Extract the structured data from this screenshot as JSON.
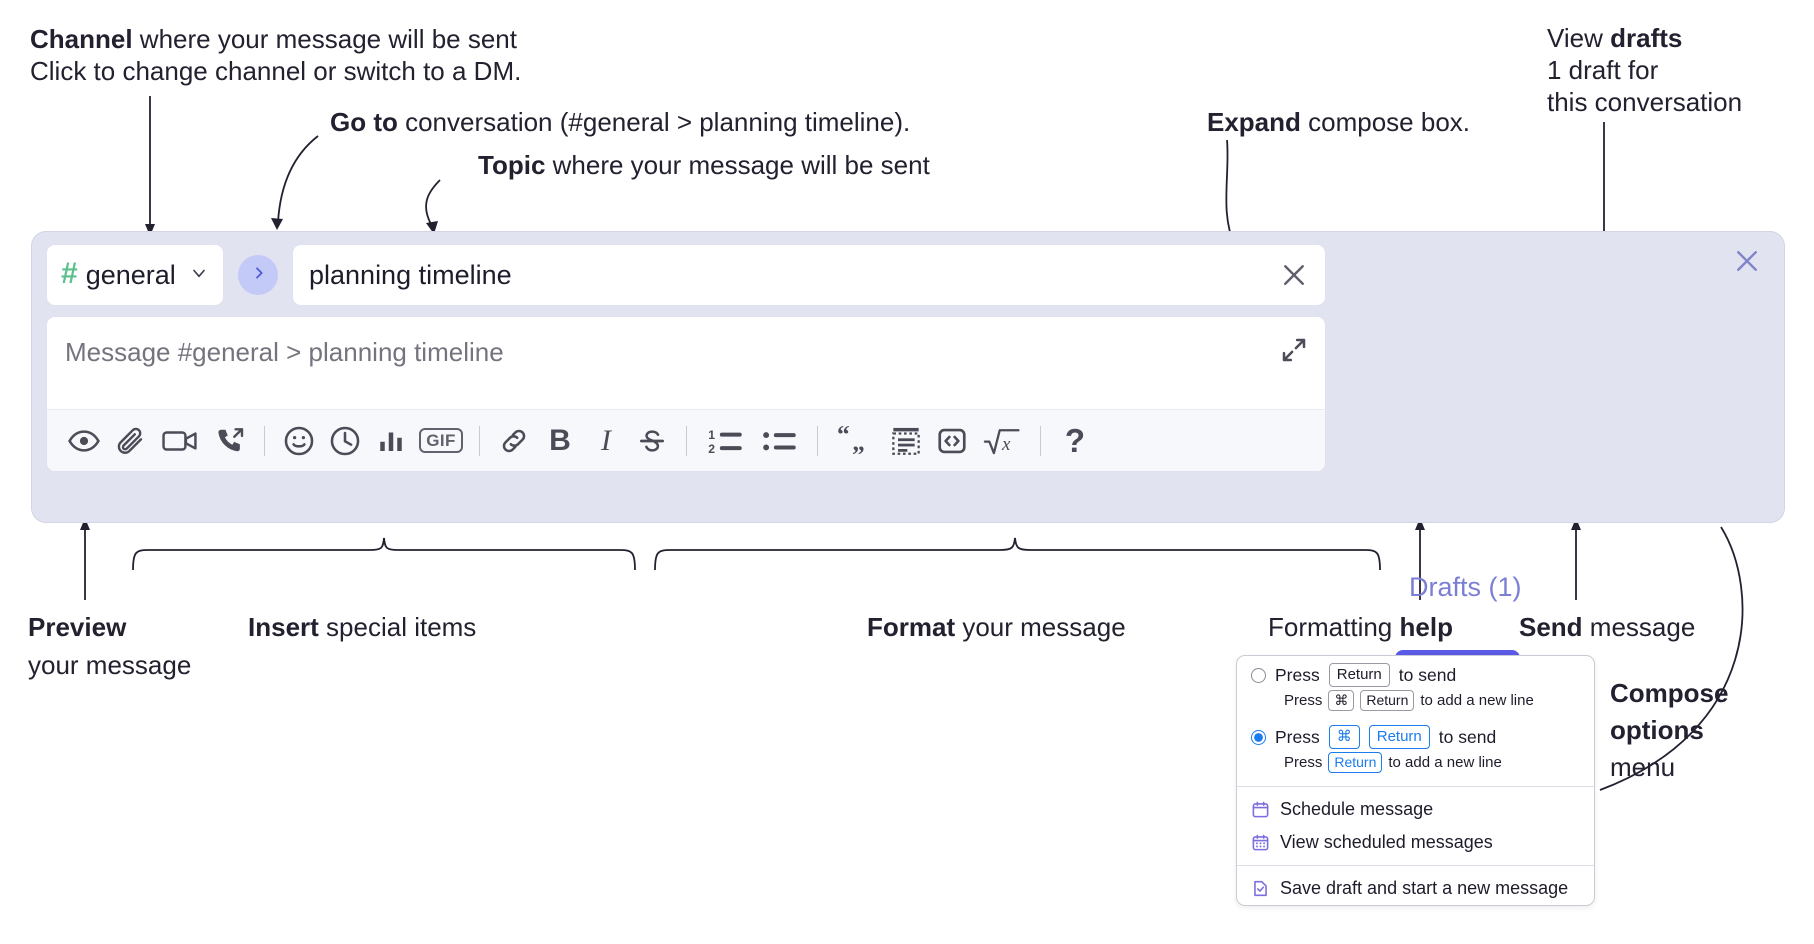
{
  "annotations": {
    "channel": {
      "bold": "Channel",
      "rest": " where your message will be sent",
      "sub": "Click to change channel or switch to a DM."
    },
    "goto": {
      "bold": "Go to",
      "rest": " conversation (#general > planning timeline)."
    },
    "topic": {
      "bold": "Topic",
      "rest": " where your message will be sent"
    },
    "expand": {
      "bold": "Expand",
      "rest": " compose box."
    },
    "drafts": {
      "lead": "View ",
      "bold": "drafts",
      "sub1": "1 draft for",
      "sub2": "this conversation"
    },
    "preview": {
      "bold": "Preview",
      "sub": "your message"
    },
    "insert": {
      "bold": "Insert",
      "rest": " special items"
    },
    "format": {
      "bold": "Format",
      "rest": " your message"
    },
    "help": {
      "lead": "Formatting ",
      "bold": "help"
    },
    "send": {
      "bold": "Send",
      "rest": " message"
    },
    "options": {
      "bold1": "Compose",
      "bold2": "options",
      "rest": "menu"
    }
  },
  "compose": {
    "channel": {
      "hash": "#",
      "name": "general",
      "chevron": "chevron-down-icon"
    },
    "goto_label": "›",
    "topic": {
      "value": "planning timeline",
      "clear": "close-icon"
    },
    "message": {
      "placeholder": "Message #general > planning timeline",
      "value": ""
    },
    "expand_icon": "expand-icon",
    "close_icon": "close-icon",
    "drafts_label": "Drafts (1)",
    "send_icon": "send-paper-plane-icon",
    "options_icon": "overflow-vertical-dots-icon",
    "toolbar": [
      {
        "name": "preview-button",
        "icon": "eye-icon",
        "type": "svg"
      },
      {
        "name": "attach-button",
        "icon": "paperclip-icon",
        "type": "svg"
      },
      {
        "name": "video-clip-button",
        "icon": "video-camera-icon",
        "type": "svg"
      },
      {
        "name": "audio-clip-button",
        "icon": "phone-forward-icon",
        "type": "svg"
      },
      {
        "name": "separator-1",
        "icon": "divider",
        "type": "sep"
      },
      {
        "name": "emoji-button",
        "icon": "smiley-icon",
        "type": "svg"
      },
      {
        "name": "reminder-button",
        "icon": "clock-icon",
        "type": "svg"
      },
      {
        "name": "poll-button",
        "icon": "bar-chart-icon",
        "type": "svg"
      },
      {
        "name": "gif-button",
        "icon": "gif-icon",
        "type": "gif",
        "label": "GIF"
      },
      {
        "name": "separator-2",
        "icon": "divider",
        "type": "sep"
      },
      {
        "name": "link-button",
        "icon": "link-icon",
        "type": "svg"
      },
      {
        "name": "bold-button",
        "icon": "bold-icon",
        "type": "glyph-b",
        "label": "B"
      },
      {
        "name": "italic-button",
        "icon": "italic-icon",
        "type": "glyph-i",
        "label": "I"
      },
      {
        "name": "strikethrough-button",
        "icon": "strikethrough-icon",
        "type": "svg"
      },
      {
        "name": "separator-3",
        "icon": "divider",
        "type": "sep"
      },
      {
        "name": "ordered-list-button",
        "icon": "ordered-list-icon",
        "type": "svg"
      },
      {
        "name": "bulleted-list-button",
        "icon": "bulleted-list-icon",
        "type": "svg"
      },
      {
        "name": "separator-4",
        "icon": "divider",
        "type": "sep"
      },
      {
        "name": "blockquote-button",
        "icon": "blockquote-icon",
        "type": "quote",
        "label": "“„"
      },
      {
        "name": "code-block-button",
        "icon": "code-block-icon",
        "type": "svg"
      },
      {
        "name": "inline-code-button",
        "icon": "code-icon",
        "type": "svg"
      },
      {
        "name": "math-button",
        "icon": "square-root-icon",
        "type": "svg"
      },
      {
        "name": "separator-5",
        "icon": "divider",
        "type": "sep"
      },
      {
        "name": "formatting-help-button",
        "icon": "question-mark-icon",
        "type": "help",
        "label": "?"
      }
    ]
  },
  "options_menu": {
    "option_a": {
      "selected": false,
      "pre": "Press",
      "key": "Return",
      "post": "to send",
      "sub_pre": "Press",
      "sub_key1": "⌘",
      "sub_key2": "Return",
      "sub_post": "to add a new line"
    },
    "option_b": {
      "selected": true,
      "pre": "Press",
      "key1": "⌘",
      "key2": "Return",
      "post": "to send",
      "sub_pre": "Press",
      "sub_key": "Return",
      "sub_post": "to add a new line"
    },
    "items": [
      {
        "label": "Schedule message",
        "icon": "calendar-icon"
      },
      {
        "label": "View scheduled messages",
        "icon": "calendar-grid-icon"
      },
      {
        "label": "Save draft and start a new message",
        "icon": "document-check-icon"
      }
    ]
  },
  "colors": {
    "widget_bg": "#e2e3f0",
    "accent_send": "#5a5ae6",
    "drafts_text": "#7b7fd4",
    "hash_green": "#5cc08e",
    "goto_circle": "#c3caf7",
    "radio_blue": "#1c7ced",
    "menu_icon_purple": "#7b6fe0"
  }
}
